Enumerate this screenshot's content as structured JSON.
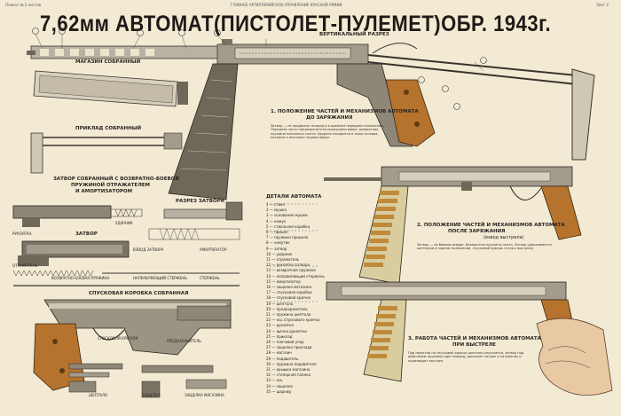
{
  "header": {
    "top_left": "Плакат № 2 листов",
    "top_center": "ГЛАВНОЕ АРТИЛЛЕРИЙСКОЕ УПРАВЛЕНИЕ КРАСНОЙ АРМИИ",
    "top_right": "Лист 2",
    "title": "7,62мм АВТОМАТ(ПИСТОЛЕТ-ПУЛЕМЕТ)ОБР. 1943г."
  },
  "labels": {
    "vertical_section": "ВЕРТИКАЛЬНЫЙ РАЗРЕЗ",
    "magazine": "МАГАЗИН СОБРАННЫЙ",
    "stock": "ПРИКЛАД СОБРАННЫЙ",
    "bolt_assembly_1": "ЗАТВОР СОБРАННЫЙ С ВОЗВРАТНО-БОЕВОЙ",
    "bolt_assembly_2": "ПРУЖИНОЙ ОТРАЖАТЕЛЕМ",
    "bolt_assembly_3": "И АМОРТИЗАТОРОМ",
    "bolt_section": "РАЗРЕЗ ЗАТВОРА",
    "bolt": "ЗАТВОР",
    "trigger_assembly": "СПУСКОВАЯ КОРОБКА СОБРАННАЯ",
    "details_header": "ДЕТАЛИ АВТОМАТА",
    "section1_1": "1. ПОЛОЖЕНИЕ ЧАСТЕЙ И МЕХАНИЗМОВ АВТОМАТА",
    "section1_2": "ДО ЗАРЯЖАНИЯ",
    "section2_1": "2. ПОЛОЖЕНИЕ ЧАСТЕЙ И МЕХАНИЗМОВ АВТОМАТА",
    "section2_2": "ПОСЛЕ ЗАРЯЖАНИЯ",
    "section2_3": "(взвод выстрела)",
    "section3_1": "3. РАБОТА ЧАСТЕЙ И МЕХАНИЗМОВ АВТОМАТА",
    "section3_2": "ПРИ ВЫСТРЕЛЕ",
    "part_bolt_handle": "РУКОЯТКА",
    "part_striker": "УДАРНИК",
    "part_reflector": "ОТРАЖАТЕЛЬ",
    "part_lock": "ВЗВОД ЗАТВОРА",
    "part_spring": "ВОЗВРАТНО-БОЕВАЯ ПРУЖИНА",
    "part_guide": "НАПРАВЛЯЮЩИЙ СТЕРЖЕНЬ",
    "part_buffer": "АМОРТИЗАТОР",
    "part_shaft": "СТЕРЖЕНЬ",
    "part_trigger": "СПУСКОВОЙ КРЮЧОК",
    "part_safety": "ПРЕДОХРАНИТЕЛЬ",
    "part_sear": "ШЕПТАЛО",
    "part_latch": "ЗАЩЕЛКА",
    "part_magazine_catch": "ЗАЩЕЛКА МАГАЗИНА"
  },
  "details_list": [
    "1 — ствол",
    "2 — мушка",
    "3 — основание мушки",
    "4 — кожух",
    "5 — ствольная коробка",
    "6 — прицел",
    "7 — пружина прицела",
    "8 — хомутик",
    "9 — затвор",
    "10 — ударник",
    "11 — отражатель",
    "12 — рукоятка затвора",
    "13 — возвратная пружина",
    "14 — направляющий стержень",
    "15 — амортизатор",
    "16 — защелка магазина",
    "17 — спусковая коробка",
    "18 — спусковой крючок",
    "19 — шептало",
    "20 — предохранитель",
    "21 — пружина шептала",
    "22 — ось спускового крючка",
    "23 — рукоятка",
    "24 — щечка рукоятки",
    "25 — приклад",
    "26 — плечевой упор",
    "27 — защелка приклада",
    "28 — магазин",
    "29 — подаватель",
    "30 — пружина подавателя",
    "31 — крышка магазина",
    "32 — стопорная планка",
    "33 — ось",
    "34 — защелка",
    "35 — шарнир"
  ],
  "paragraphs": {
    "p1": "Затвор — не продвинут вперед и в крайнем переднем положении. Передняя часть предохранителя пропущена вверх, возвратная пружина несколько сжата. Ударник находится в ложе затвора, патроны в магазине поданы вверх.",
    "p2": "Затвор — на боевом взводе. Возвратная пружина сжата. Затвор удерживается шепталом в заднем положении, спусковой крючок готов к выстрелу.",
    "p3": "При нажатии на спусковой крючок шептало опускается, затвор под действием пружины идет вперед, досылает патрон в патронник и производит выстрел."
  }
}
